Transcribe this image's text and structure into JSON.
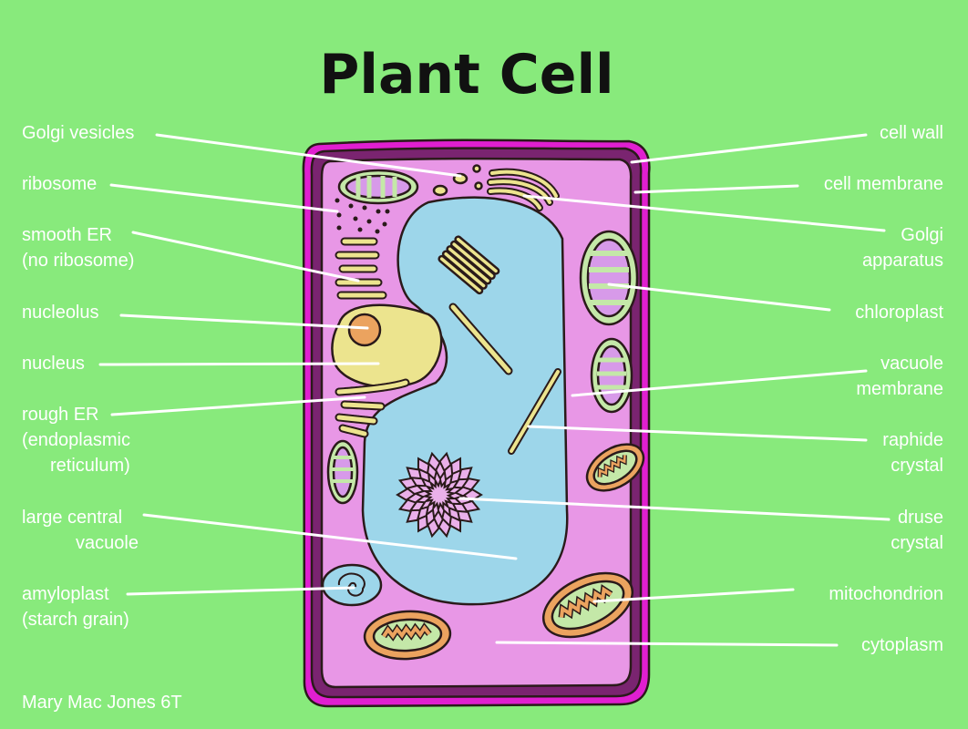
{
  "title": "Plant Cell",
  "author": "Mary Mac Jones 6T",
  "labels_left": {
    "golgi_vesicles": [
      "Golgi vesicles"
    ],
    "ribosome": [
      "ribosome"
    ],
    "smooth_er": [
      "smooth ER",
      "(no ribosome)"
    ],
    "nucleolus": [
      "nucleolus"
    ],
    "nucleus": [
      "nucleus"
    ],
    "rough_er": [
      "rough ER",
      "(endoplasmic",
      "reticulum)"
    ],
    "vacuole": [
      "large central",
      "vacuole"
    ],
    "amyloplast": [
      "amyloplast",
      "(starch grain)"
    ]
  },
  "labels_right": {
    "cell_wall": [
      "cell wall"
    ],
    "cell_membrane": [
      "cell membrane"
    ],
    "golgi_apparatus": [
      "Golgi",
      "apparatus"
    ],
    "chloroplast": [
      "chloroplast"
    ],
    "vacuole_membrane": [
      "vacuole",
      "membrane"
    ],
    "raphide": [
      "raphide",
      "crystal"
    ],
    "druse": [
      "druse",
      "crystal"
    ],
    "mitochondrion": [
      "mitochondrion"
    ],
    "cytoplasm": [
      "cytoplasm"
    ]
  },
  "colors": {
    "background": "#88ea7c",
    "cell_wall": "#e01fd0",
    "cell_membrane": "#7a2470",
    "cytoplasm": "#e897e6",
    "vacuole": "#9dd6ea",
    "nucleus": "#ece48e",
    "nucleolus": "#eba35f",
    "chloroplast_outer": "#c4e8a8",
    "chloroplast_inner": "#d79ae9"
  }
}
